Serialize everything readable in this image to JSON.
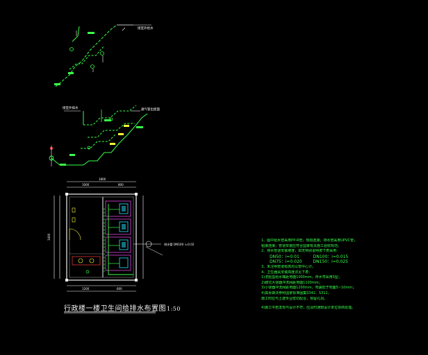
{
  "drawing": {
    "title": "行政楼一楼卫生间给排水布置图",
    "scale": "1:50"
  },
  "plan": {
    "overall_width": "1800",
    "overall_depth": "3400",
    "dim_top_left": "1000",
    "dim_top_right": "800",
    "dim_bottom": [
      "1200",
      "600"
    ],
    "note_callout": "排水管 DN100 i=0.02"
  },
  "system_upper": {
    "callout": "接室外给水"
  },
  "system_middle": {
    "callout_left": "接室外排水",
    "callout_right": "通气管出屋面"
  },
  "notes": {
    "line1": "1、图中给水管采用PP-R管，热熔连接；排水管采用UPVC管，",
    "line1b": "    粘接连接，管道安装应符合国家有关施工验收规范。",
    "line2": "2、排水管道安装坡度，如无特别说明按下表采用：",
    "slope_a": "DN50：i=0.01",
    "slope_b": "DN100：i=0.015",
    "slope_c": "DN75：i=0.020",
    "slope_d": "DN150：i=0.025",
    "line3": "3、未注明管道标高均以管中心计。",
    "line4": "4、卫生器具安装高度详见下表：",
    "line4_1": "1)洗脸盆给水嘴距地面1000mm，存水弯采用S型；",
    "line4_2": "2)蹲式大便器冲洗阀距地面1100mm；",
    "line4_3": "3)小便器冲洗阀距地面1200mm，地漏低于地面5~10mm；",
    "line4_4": "4)其余做法参照国家标准图集S342、S312。",
    "line4_5": "    施工时应与土建专业密切配合，预留孔洞。",
    "line5": "4)施工中若发现与设计不符，应及时通知设计单位协商处理。"
  },
  "colors": {
    "background": "#000000",
    "cad_green": "#39ff4a",
    "cad_white": "#f2f2f2",
    "cad_yellow": "#ffff3a",
    "cad_cyan": "#24e0ff",
    "cad_magenta": "#ff4dff",
    "cad_red": "#ff3a3a",
    "cad_gray": "#8a8a8a"
  }
}
